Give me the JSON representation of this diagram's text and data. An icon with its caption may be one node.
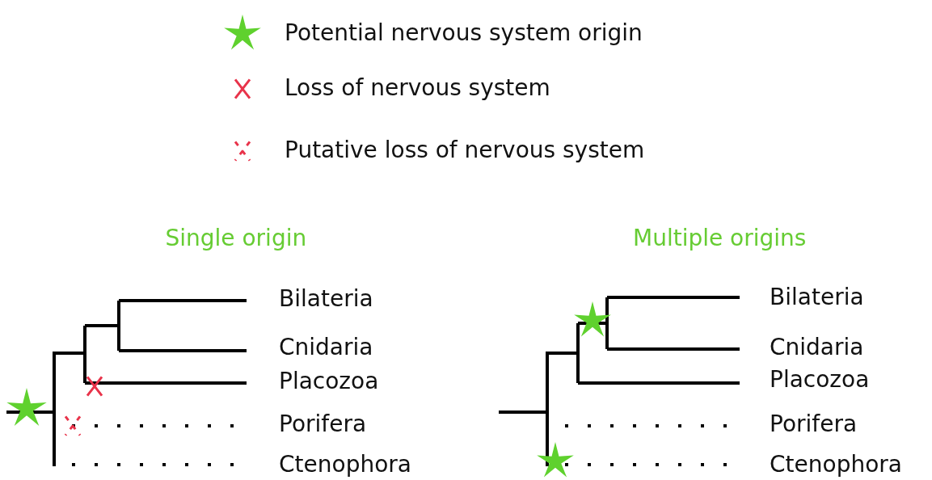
{
  "diagram": {
    "labels": [
      "Single origin",
      "Multiple origins",
      "Bilateria",
      "Cnidaria",
      "Placozoa",
      "Porifera",
      "Ctenophora",
      "Bilateria",
      "Cnidaria",
      "Placozoa",
      "Porifera",
      "Ctenophora"
    ],
    "legend": [
      {
        "text": "Potential nervous system origin"
      },
      {
        "text": "Loss of nervous system"
      },
      {
        "text": "Putative loss of nervous system"
      }
    ]
  }
}
